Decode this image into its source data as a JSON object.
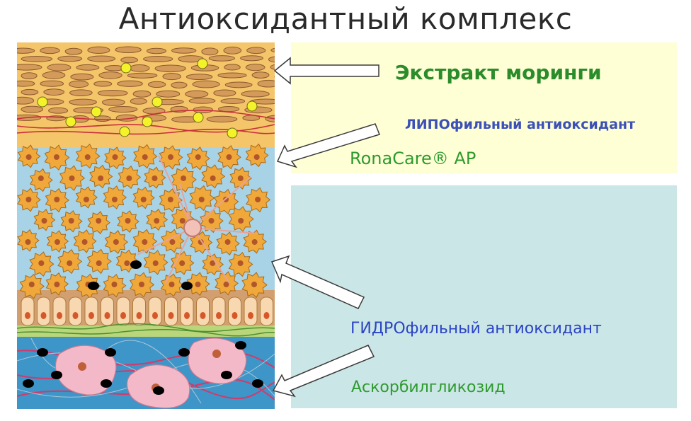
{
  "title": "Антиоксидантный комплекс",
  "labels": {
    "moringa": "Экстракт моринги",
    "lipophilic": "ЛИПОфильный антиоксидант",
    "ronacare": "RonaCare® AP",
    "hydrophilic": "ГИДРОфильный антиоксидант",
    "ascorbyl": "Аскорбилгликозид"
  },
  "colors": {
    "stratum_corneum": "#f5c56a",
    "epidermis": "#a8d3e6",
    "dermis": "#3e95c8",
    "lipophilic_panel": "#ffffd6",
    "hydrophilic_panel": "#cbe6e6",
    "antioxidant_dot": "#f4f32a",
    "free_radical_dot": "#000000"
  },
  "icons": {
    "arrow": "arrow-left-icon"
  }
}
